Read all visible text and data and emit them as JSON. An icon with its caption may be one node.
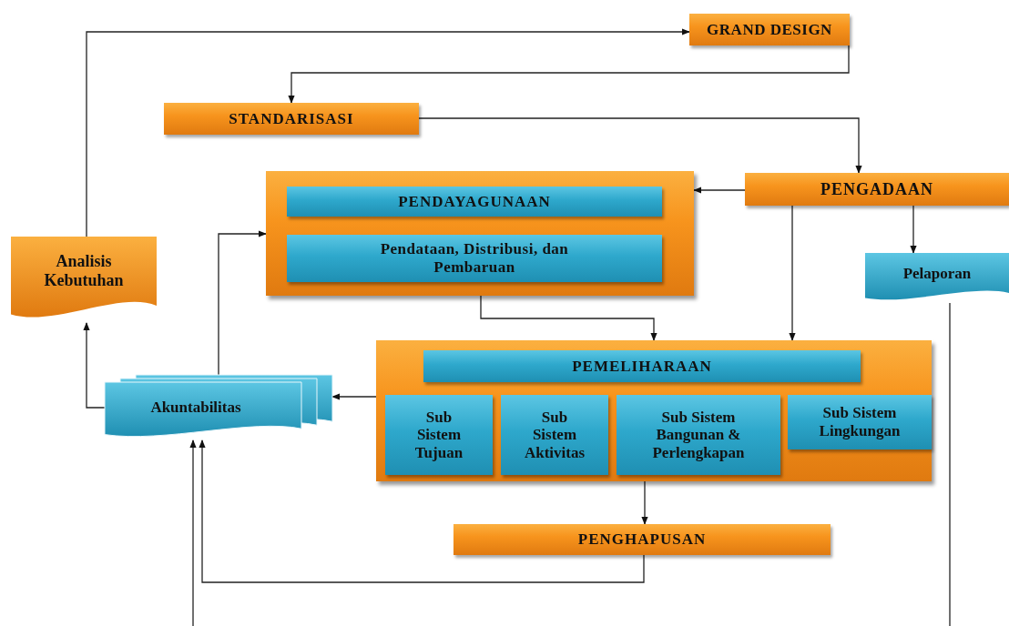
{
  "diagram": {
    "nodes": [
      {
        "text": [
          "GRAND DESIGN"
        ]
      },
      {
        "text": [
          "STANDARISASI"
        ]
      },
      {
        "text": [
          "PENGADAAN"
        ]
      },
      {
        "text": [],
        "shape": "box"
      },
      {
        "text": [
          "PENDAYAGUNAAN"
        ],
        "in": 3
      },
      {
        "text": [
          "Pendataan, Distribusi, dan Pembaruan"
        ],
        "in": 3
      },
      {
        "text": [
          "Analisis Kebutuhan"
        ]
      },
      {
        "text": [
          "Pelaporan"
        ]
      },
      {
        "text": [],
        "shape": "box"
      },
      {
        "text": [
          "PEMELIHARAAN"
        ],
        "in": 8
      },
      {
        "text": [
          "Sub Sistem Tujuan"
        ],
        "in": 8
      },
      {
        "text": [
          "Sub Sistem Aktivitas"
        ],
        "in": 8
      },
      {
        "text": [
          "Sub Sistem Bangunan & Perlengkapan"
        ],
        "in": 8
      },
      {
        "text": [
          "Sub Sistem Lingkungan"
        ],
        "in": 8
      },
      {
        "text": [
          "Akuntabilitas"
        ]
      },
      {
        "text": [
          "PENGHAPUSAN"
        ]
      }
    ],
    "edges": [
      {
        "from": 6,
        "to": 0,
        "arrow": "to"
      },
      {
        "from": 0,
        "to": 1,
        "arrow": "to"
      },
      {
        "from": 1,
        "to": 2,
        "arrow": "to"
      },
      {
        "from": 2,
        "to": 3,
        "arrow": "to"
      },
      {
        "from": 2,
        "to": 7,
        "arrow": "to"
      },
      {
        "from": 2,
        "to": 8,
        "arrow": "to"
      },
      {
        "from": 3,
        "to": 8,
        "arrow": "to"
      },
      {
        "from": 8,
        "to": 14,
        "arrow": "to"
      },
      {
        "from": 14,
        "to": 3,
        "arrow": "to"
      },
      {
        "from": 14,
        "to": 6,
        "arrow": "to"
      },
      {
        "from": 8,
        "to": 15,
        "arrow": "to"
      },
      {
        "from": 15,
        "to": 14,
        "arrow": "to"
      },
      {
        "from": null,
        "to": 14,
        "arrow": "to"
      },
      {
        "from": 7,
        "to": null,
        "arrow": "none"
      }
    ]
  }
}
